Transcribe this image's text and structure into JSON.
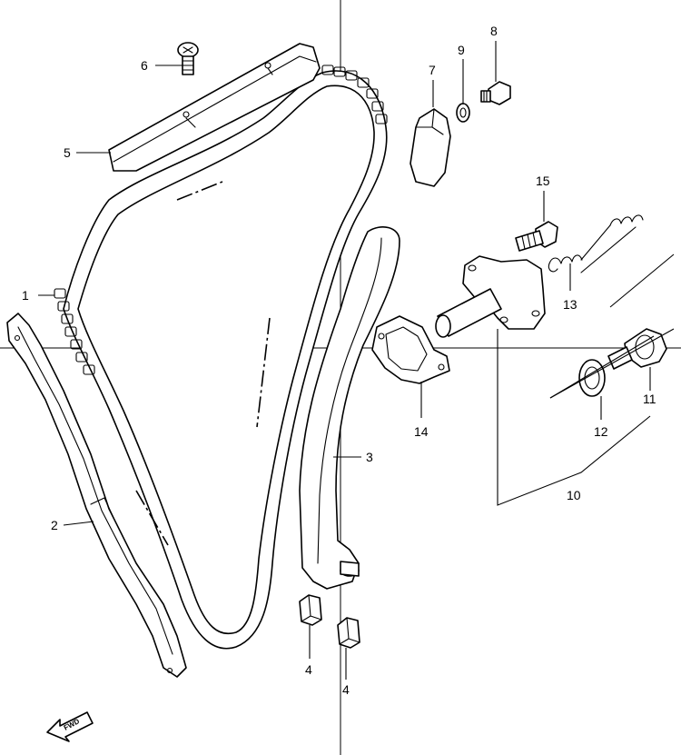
{
  "callouts": {
    "c1": "1",
    "c2": "2",
    "c3": "3",
    "c4a": "4",
    "c4b": "4",
    "c5": "5",
    "c6": "6",
    "c7": "7",
    "c8": "8",
    "c9": "9",
    "c10": "10",
    "c11": "11",
    "c12": "12",
    "c13": "13",
    "c14": "14",
    "c15": "15"
  },
  "fwd_label": "FWD"
}
